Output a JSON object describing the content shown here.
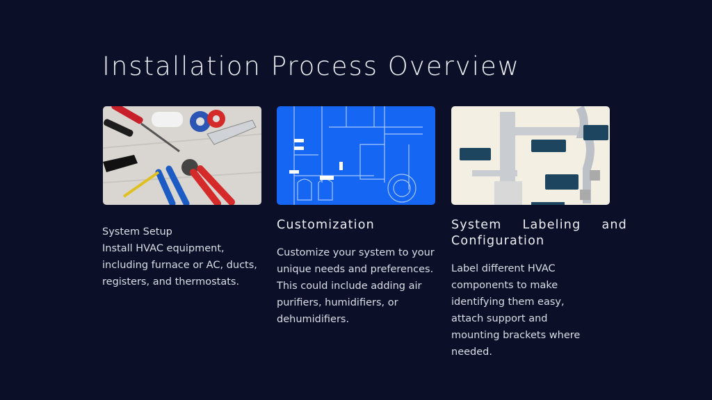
{
  "slide": {
    "title": "Installation Process Overview",
    "columns": [
      {
        "heading": "System Setup",
        "body": "Install HVAC equipment, including furnace or AC, ducts, registers, and thermostats.",
        "image": "tools-photo"
      },
      {
        "heading": "Customization",
        "body": "Customize your system to your unique needs and preferences. This could include adding air purifiers, humidifiers, or dehumidifiers.",
        "image": "blueprint-floorplan"
      },
      {
        "heading": "System Labeling and Configuration",
        "body": "Label different HVAC components to make identifying them easy, attach support and mounting brackets where needed.",
        "image": "duct-diagram"
      }
    ]
  },
  "colors": {
    "background": "#0b0f27",
    "text": "#e3e5ee",
    "blueprint": "#1565f0",
    "diagram_bg": "#f3efe2"
  }
}
